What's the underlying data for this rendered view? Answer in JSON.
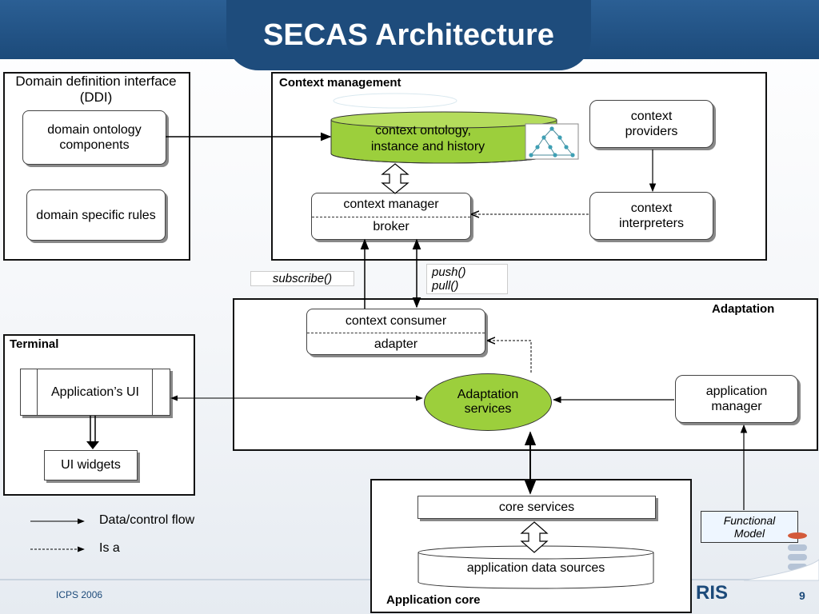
{
  "slide": {
    "title": "SECAS Architecture",
    "footer": "ICPS 2006",
    "page_number": "9",
    "logo_text": "RIS"
  },
  "ddi": {
    "heading": "Domain definition interface (DDI)",
    "ontology": "domain ontology components",
    "rules": "domain specific rules"
  },
  "context_management": {
    "heading": "Context management",
    "store": "context ontology, instance and history",
    "providers": "context providers",
    "interpreters": "context interpreters",
    "manager": "context manager",
    "broker": "broker"
  },
  "calls": {
    "subscribe": "subscribe()",
    "push": "push()",
    "pull": "pull()"
  },
  "adaptation": {
    "heading": "Adaptation",
    "consumer": "context consumer",
    "adapter": "adapter",
    "services": "Adaptation services",
    "app_manager": "application manager"
  },
  "terminal": {
    "heading": "Terminal",
    "app_ui": "Application’s UI",
    "widgets": "UI widgets"
  },
  "application_core": {
    "heading": "Application core",
    "core_services": "core services",
    "data_sources": "application data sources"
  },
  "functional_model": "Functional Model",
  "legend": {
    "data_flow": "Data/control flow",
    "is_a": "Is a"
  },
  "colors": {
    "title_bar": "#1e4c7c",
    "green": "#9ccf3c"
  }
}
